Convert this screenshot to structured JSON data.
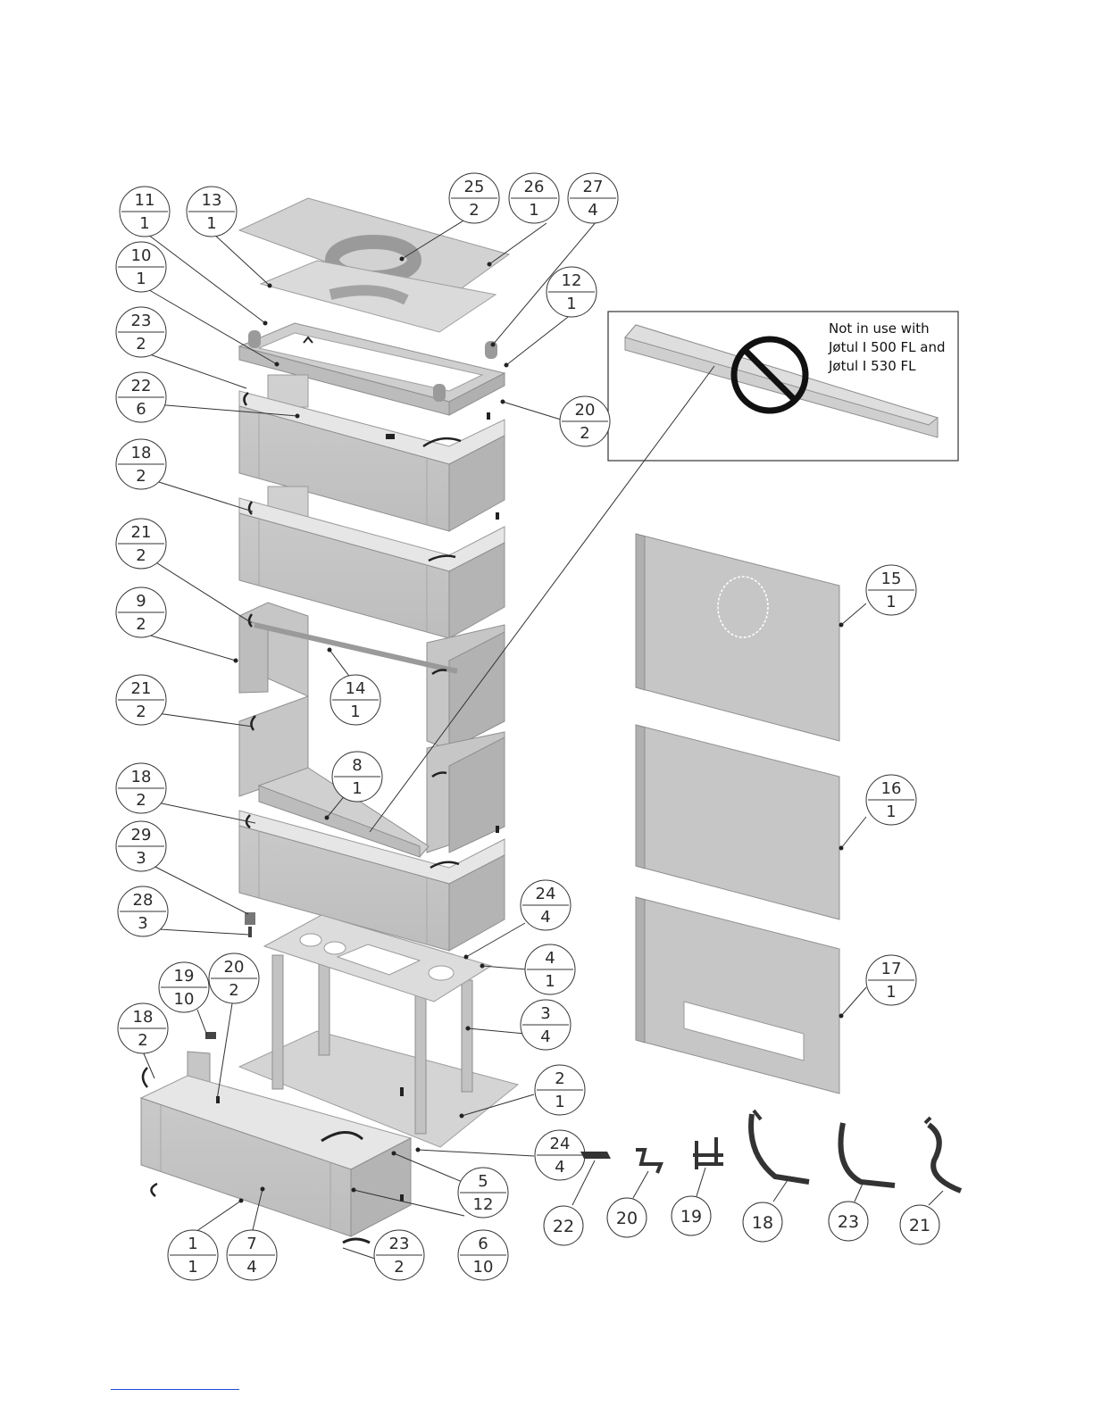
{
  "note": {
    "lines": [
      "Not in use with",
      "Jøtul I 500 FL and",
      "Jøtul I 530 FL"
    ]
  },
  "callouts": [
    {
      "part": "11",
      "qty": "1"
    },
    {
      "part": "13",
      "qty": "1"
    },
    {
      "part": "25",
      "qty": "2"
    },
    {
      "part": "26",
      "qty": "1"
    },
    {
      "part": "27",
      "qty": "4"
    },
    {
      "part": "10",
      "qty": "1"
    },
    {
      "part": "12",
      "qty": "1"
    },
    {
      "part": "23",
      "qty": "2"
    },
    {
      "part": "22",
      "qty": "6"
    },
    {
      "part": "20",
      "qty": "2"
    },
    {
      "part": "18",
      "qty": "2"
    },
    {
      "part": "21",
      "qty": "2"
    },
    {
      "part": "9",
      "qty": "2"
    },
    {
      "part": "14",
      "qty": "1"
    },
    {
      "part": "21",
      "qty": "2"
    },
    {
      "part": "15",
      "qty": "1"
    },
    {
      "part": "18",
      "qty": "2"
    },
    {
      "part": "8",
      "qty": "1"
    },
    {
      "part": "16",
      "qty": "1"
    },
    {
      "part": "29",
      "qty": "3"
    },
    {
      "part": "28",
      "qty": "3"
    },
    {
      "part": "24",
      "qty": "4"
    },
    {
      "part": "4",
      "qty": "1"
    },
    {
      "part": "19",
      "qty": "10"
    },
    {
      "part": "20",
      "qty": "2"
    },
    {
      "part": "17",
      "qty": "1"
    },
    {
      "part": "3",
      "qty": "4"
    },
    {
      "part": "18",
      "qty": "2"
    },
    {
      "part": "2",
      "qty": "1"
    },
    {
      "part": "24",
      "qty": "4"
    },
    {
      "part": "5",
      "qty": "12"
    },
    {
      "part": "1",
      "qty": "1"
    },
    {
      "part": "7",
      "qty": "4"
    },
    {
      "part": "23",
      "qty": "2"
    },
    {
      "part": "6",
      "qty": "10"
    }
  ],
  "legend": [
    "22",
    "20",
    "19",
    "18",
    "23",
    "21"
  ]
}
